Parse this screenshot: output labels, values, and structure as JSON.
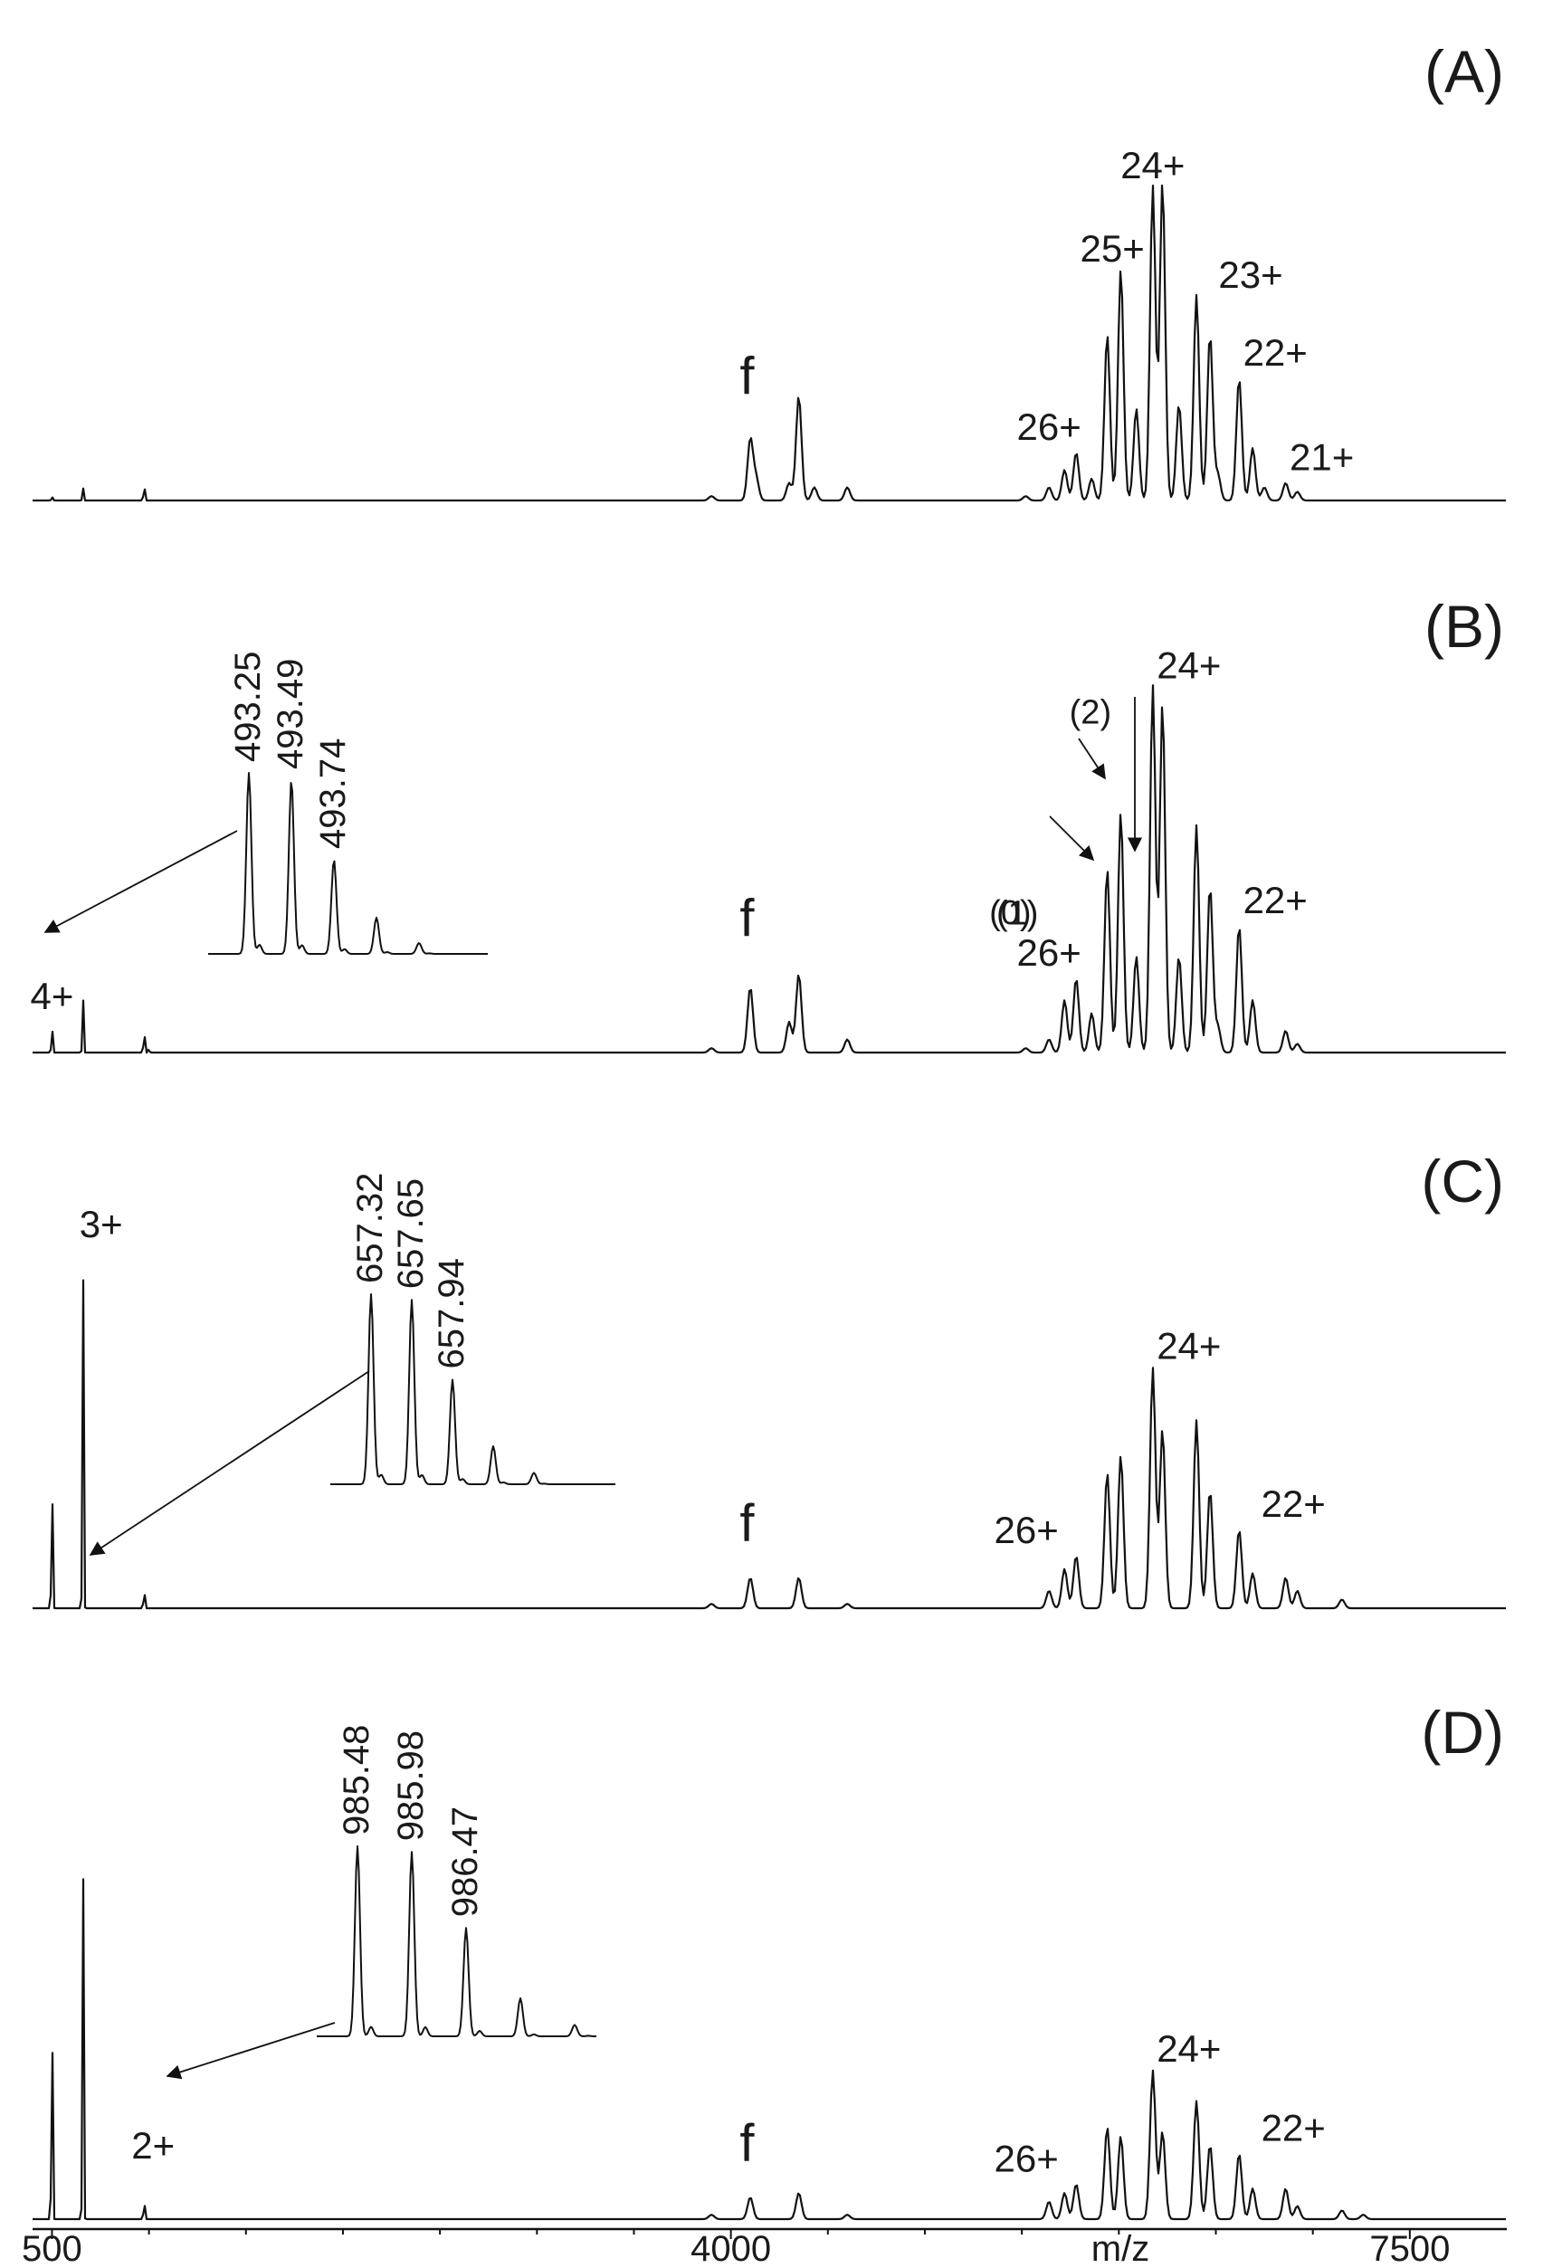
{
  "chart_data": {
    "type": "line",
    "xlabel": "m/z",
    "xlim": [
      400,
      8000
    ],
    "x_ticks": [
      {
        "value": 500,
        "label": "500"
      },
      {
        "value": 4000,
        "label": "4000"
      },
      {
        "value": 7500,
        "label": "7500"
      }
    ],
    "panels": [
      {
        "label": "(A)",
        "trace_peaks": [
          [
            500,
            0.01
          ],
          [
            660,
            0.03
          ],
          [
            975,
            0.05
          ],
          [
            3900,
            0.01
          ],
          [
            4100,
            0.14
          ],
          [
            4130,
            0.05
          ],
          [
            4300,
            0.04
          ],
          [
            4350,
            0.24
          ],
          [
            4430,
            0.03
          ],
          [
            4600,
            0.03
          ],
          [
            5520,
            0.01
          ],
          [
            5640,
            0.03
          ],
          [
            5720,
            0.07
          ],
          [
            5780,
            0.11
          ],
          [
            5860,
            0.05
          ],
          [
            5940,
            0.38
          ],
          [
            6010,
            0.53
          ],
          [
            6090,
            0.21
          ],
          [
            6175,
            0.72
          ],
          [
            6225,
            0.73
          ],
          [
            6310,
            0.22
          ],
          [
            6400,
            0.47
          ],
          [
            6470,
            0.38
          ],
          [
            6510,
            0.06
          ],
          [
            6620,
            0.28
          ],
          [
            6690,
            0.12
          ],
          [
            6750,
            0.03
          ],
          [
            6860,
            0.04
          ],
          [
            6920,
            0.02
          ]
        ],
        "ion_labels": [
          {
            "text": "24+",
            "x": 6175
          },
          {
            "text": "25+",
            "x": 5990
          },
          {
            "text": "23+",
            "x": 6400
          },
          {
            "text": "26+",
            "x": 5780
          },
          {
            "text": "22+",
            "x": 6620
          },
          {
            "text": "21+",
            "x": 6860
          },
          {
            "text": "f",
            "x": 4130
          }
        ]
      },
      {
        "label": "(B)",
        "trace_peaks": [
          [
            500,
            0.07
          ],
          [
            660,
            0.13
          ],
          [
            975,
            0.07
          ],
          [
            1000,
            0.01
          ],
          [
            3900,
            0.01
          ],
          [
            4100,
            0.15
          ],
          [
            4300,
            0.07
          ],
          [
            4350,
            0.18
          ],
          [
            4600,
            0.03
          ],
          [
            5520,
            0.01
          ],
          [
            5640,
            0.03
          ],
          [
            5720,
            0.12
          ],
          [
            5780,
            0.17
          ],
          [
            5860,
            0.09
          ],
          [
            5940,
            0.42
          ],
          [
            6010,
            0.55
          ],
          [
            6090,
            0.22
          ],
          [
            6175,
            0.84
          ],
          [
            6225,
            0.8
          ],
          [
            6310,
            0.22
          ],
          [
            6400,
            0.52
          ],
          [
            6470,
            0.38
          ],
          [
            6510,
            0.06
          ],
          [
            6620,
            0.29
          ],
          [
            6690,
            0.12
          ],
          [
            6860,
            0.05
          ],
          [
            6920,
            0.02
          ]
        ],
        "ion_labels": [
          {
            "text": "24+",
            "x": 6175
          },
          {
            "text": "26+",
            "x": 5780
          },
          {
            "text": "22+",
            "x": 6620
          },
          {
            "text": "4+",
            "x": 500
          },
          {
            "text": "f",
            "x": 4130
          },
          {
            "text": "(0)",
            "x": 5720
          },
          {
            "text": "(1)",
            "x": 5850
          },
          {
            "text": "(2)",
            "x": 6040
          }
        ],
        "inset": {
          "peak_labels": [
            {
              "text": "493.25"
            },
            {
              "text": "493.49"
            },
            {
              "text": "493.74"
            }
          ],
          "relative_heights": [
            1.0,
            0.96,
            0.52,
            0.2,
            0.06
          ]
        }
      },
      {
        "label": "(C)",
        "trace_peaks": [
          [
            500,
            0.35
          ],
          [
            660,
            0.82
          ],
          [
            975,
            0.06
          ],
          [
            3900,
            0.01
          ],
          [
            4100,
            0.07
          ],
          [
            4350,
            0.07
          ],
          [
            4600,
            0.01
          ],
          [
            5640,
            0.04
          ],
          [
            5720,
            0.09
          ],
          [
            5780,
            0.12
          ],
          [
            5940,
            0.31
          ],
          [
            6010,
            0.35
          ],
          [
            6175,
            0.55
          ],
          [
            6225,
            0.41
          ],
          [
            6400,
            0.43
          ],
          [
            6470,
            0.27
          ],
          [
            6620,
            0.18
          ],
          [
            6690,
            0.08
          ],
          [
            6860,
            0.07
          ],
          [
            6920,
            0.04
          ],
          [
            7150,
            0.02
          ]
        ],
        "ion_labels": [
          {
            "text": "3+",
            "x": 660
          },
          {
            "text": "24+",
            "x": 6175
          },
          {
            "text": "26+",
            "x": 5780
          },
          {
            "text": "22+",
            "x": 6620
          },
          {
            "text": "f",
            "x": 4130
          }
        ],
        "inset": {
          "peak_labels": [
            {
              "text": "657.32"
            },
            {
              "text": "657.65"
            },
            {
              "text": "657.94"
            }
          ],
          "relative_heights": [
            1.0,
            0.97,
            0.55,
            0.2,
            0.06
          ]
        }
      },
      {
        "label": "(D)",
        "trace_peaks": [
          [
            500,
            0.56
          ],
          [
            660,
            0.85
          ],
          [
            975,
            0.06
          ],
          [
            3900,
            0.01
          ],
          [
            4100,
            0.05
          ],
          [
            4350,
            0.06
          ],
          [
            4600,
            0.01
          ],
          [
            5640,
            0.04
          ],
          [
            5720,
            0.06
          ],
          [
            5780,
            0.08
          ],
          [
            5940,
            0.21
          ],
          [
            6010,
            0.19
          ],
          [
            6175,
            0.34
          ],
          [
            6225,
            0.2
          ],
          [
            6400,
            0.27
          ],
          [
            6470,
            0.17
          ],
          [
            6620,
            0.15
          ],
          [
            6690,
            0.07
          ],
          [
            6860,
            0.07
          ],
          [
            6920,
            0.03
          ],
          [
            7150,
            0.02
          ],
          [
            7260,
            0.01
          ]
        ],
        "ion_labels": [
          {
            "text": "24+",
            "x": 6175
          },
          {
            "text": "26+",
            "x": 5780
          },
          {
            "text": "22+",
            "x": 6620
          },
          {
            "text": "2+",
            "x": 975
          },
          {
            "text": "f",
            "x": 4130
          }
        ],
        "inset": {
          "peak_labels": [
            {
              "text": "985.48"
            },
            {
              "text": "985.98"
            },
            {
              "text": "986.47"
            }
          ],
          "relative_heights": [
            1.0,
            0.97,
            0.57,
            0.2,
            0.06
          ]
        }
      }
    ]
  }
}
